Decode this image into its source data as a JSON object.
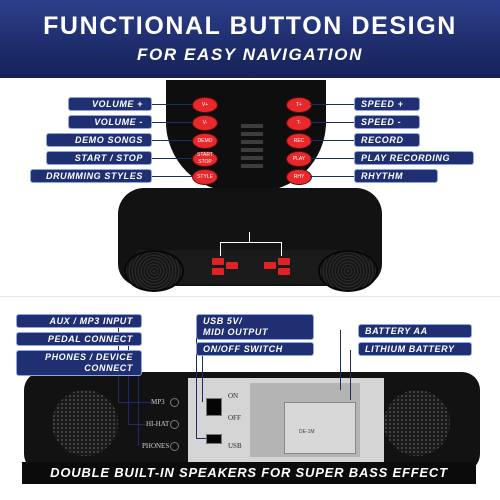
{
  "header": {
    "title": "FUNCTIONAL BUTTON DESIGN",
    "subtitle": "FOR EASY NAVIGATION"
  },
  "left_labels": [
    "VOLUME +",
    "VOLUME -",
    "DEMO SONGS",
    "START / STOP",
    "DRUMMING STYLES"
  ],
  "right_labels": [
    "SPEED +",
    "SPEED -",
    "RECORD",
    "PLAY RECORDING",
    "RHYTHM"
  ],
  "left_buttons": [
    "V+",
    "V-",
    "DEMO",
    "START STOP",
    "STYLE"
  ],
  "right_buttons": [
    "T+",
    "T-",
    "REC",
    "PLAY",
    "RHY"
  ],
  "ports": {
    "aux": "AUX / MP3 INPUT",
    "pedal": "PEDAL CONNECT",
    "phones_line1": "PHONES / DEVICE",
    "phones_line2": "CONNECT",
    "usb_line1": "USB 5V/",
    "usb_line2": "MIDI OUTPUT",
    "switch": "ON/OFF SWITCH",
    "battery_aa": "BATTERY AA",
    "lithium": "LITHIUM BATTERY"
  },
  "plate": {
    "mp3": "MP3",
    "hihat": "HI-HAT",
    "phones": "PHONES",
    "on": "ON",
    "off": "OFF",
    "usb": "USB",
    "battery_text": "DE-1M"
  },
  "footer": "DOUBLE BUILT-IN SPEAKERS FOR SUPER BASS EFFECT",
  "colors": {
    "header_bg": "#1d2c6b",
    "label_bg": "#1f2f72",
    "button_red": "#e8282b",
    "device_black": "#121212"
  }
}
